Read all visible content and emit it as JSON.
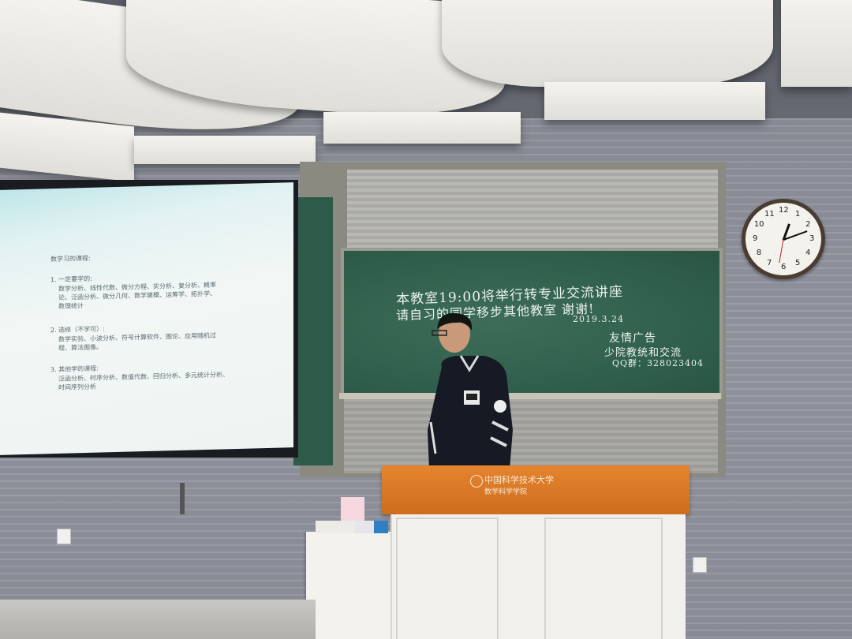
{
  "slide": {
    "heading": "数学习的课程:",
    "sec1": "1. 一定要学的:",
    "sec1_l1": "数学分析、线性代数、微分方程、实分析、复分析、概率",
    "sec1_l2": "论、泛函分析、微分几何、数学建模、运筹学、拓扑学、",
    "sec1_l3": "数理统计",
    "sec2": "2. 选修（不学可）:",
    "sec2_l1": "数学实验、小波分析、符号计算软件、图论、应用随机过",
    "sec2_l2": "程、算法图像。",
    "sec3": "3. 其他学的课程:",
    "sec3_l1": "泛函分析、时序分析、数值代数、回归分析、多元统计分析、",
    "sec3_l2": "时间序列分析"
  },
  "board": {
    "line1": "本教室19:00将举行转专业交流讲座",
    "line2": "请自习的同学移步其他教室 谢谢!",
    "date": "2019.3.24",
    "ad_title": "友情广告",
    "ad_line": "少院教统和交流",
    "qq": "QQ群：328023404"
  },
  "podium": {
    "label1": "中国科学技术大学",
    "label2": "数学科学学院"
  },
  "clock": {
    "numbers": [
      "12",
      "1",
      "2",
      "3",
      "4",
      "5",
      "6",
      "7",
      "8",
      "9",
      "10",
      "11"
    ]
  },
  "colors": {
    "podium": "#dd7a27",
    "board": "#2f5d4b",
    "wall": "#8f929d"
  }
}
